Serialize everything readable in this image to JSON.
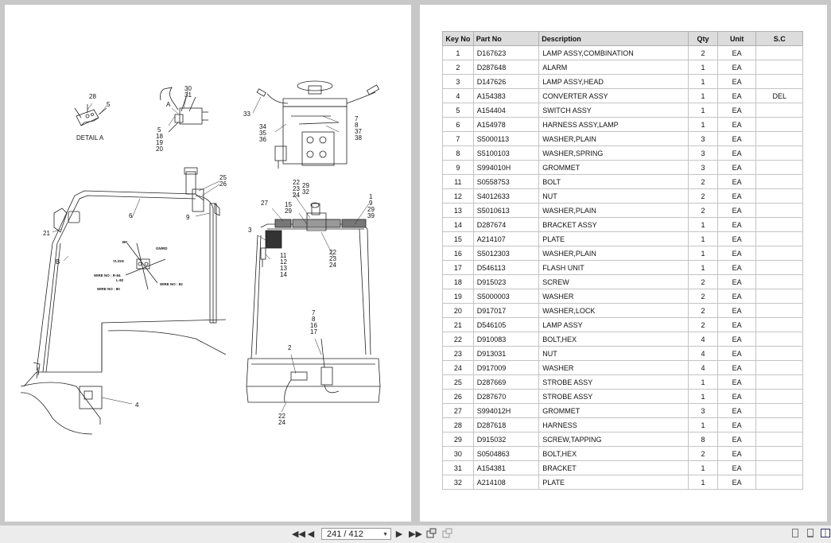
{
  "diagram": {
    "detail_label": "DETAIL  A",
    "callouts": {
      "c28": "28",
      "c5a": "5",
      "c30": "30",
      "c31": "31",
      "cA": "A",
      "c5b": "5",
      "c18": "18",
      "c19": "19",
      "c20": "20",
      "c33": "33",
      "c7": "7",
      "c8": "8",
      "c37": "37",
      "c38": "38",
      "c34": "34",
      "c35": "35",
      "c36": "36",
      "c25": "25",
      "c26": "26",
      "c6": "6",
      "c9": "9",
      "c21": "21",
      "cB": "B",
      "c4": "4",
      "c22": "22",
      "c23": "23",
      "c24": "24",
      "c29": "29",
      "c32": "32",
      "c27": "27",
      "c15": "15",
      "c29b": "29",
      "c1": "1",
      "c9b": "9",
      "c29c": "29",
      "c39": "39",
      "c3": "3",
      "c11": "11",
      "c12": "12",
      "c13": "13",
      "c14": "14",
      "c22b": "22",
      "c23b": "23",
      "c24b": "24",
      "c7b": "7",
      "c8b": "8",
      "c16": "16",
      "c17": "17",
      "c2": "2",
      "c22c": "22",
      "c24c": "24"
    },
    "wire_labels": {
      "bk": "BK",
      "gnrd": "GN/RD",
      "ylgn": "YL/GN",
      "w84": "WIRE NO : R-84",
      "l82": "L-82",
      "w80": "WIRE NO : 80",
      "w82": "WIRE NO : 82"
    }
  },
  "table": {
    "headers": [
      "Key No",
      "Part No",
      "Description",
      "Qty",
      "Unit",
      "S.C"
    ],
    "rows": [
      [
        "1",
        "D167623",
        "LAMP ASSY,COMBINATION",
        "2",
        "EA",
        ""
      ],
      [
        "2",
        "D287648",
        "ALARM",
        "1",
        "EA",
        ""
      ],
      [
        "3",
        "D147626",
        "LAMP ASSY,HEAD",
        "1",
        "EA",
        ""
      ],
      [
        "4",
        "A154383",
        "CONVERTER ASSY",
        "1",
        "EA",
        "DEL"
      ],
      [
        "5",
        "A154404",
        "SWITCH ASSY",
        "1",
        "EA",
        ""
      ],
      [
        "6",
        "A154978",
        "HARNESS ASSY,LAMP",
        "1",
        "EA",
        ""
      ],
      [
        "7",
        "S5000113",
        "WASHER,PLAIN",
        "3",
        "EA",
        ""
      ],
      [
        "8",
        "S5100103",
        "WASHER,SPRING",
        "3",
        "EA",
        ""
      ],
      [
        "9",
        "S994010H",
        "GROMMET",
        "3",
        "EA",
        ""
      ],
      [
        "11",
        "S0558753",
        "BOLT",
        "2",
        "EA",
        ""
      ],
      [
        "12",
        "S4012633",
        "NUT",
        "2",
        "EA",
        ""
      ],
      [
        "13",
        "S5010613",
        "WASHER,PLAIN",
        "2",
        "EA",
        ""
      ],
      [
        "14",
        "D287674",
        "BRACKET ASSY",
        "1",
        "EA",
        ""
      ],
      [
        "15",
        "A214107",
        "PLATE",
        "1",
        "EA",
        ""
      ],
      [
        "16",
        "S5012303",
        "WASHER,PLAIN",
        "1",
        "EA",
        ""
      ],
      [
        "17",
        "D546113",
        "FLASH UNIT",
        "1",
        "EA",
        ""
      ],
      [
        "18",
        "D915023",
        "SCREW",
        "2",
        "EA",
        ""
      ],
      [
        "19",
        "S5000003",
        "WASHER",
        "2",
        "EA",
        ""
      ],
      [
        "20",
        "D917017",
        "WASHER,LOCK",
        "2",
        "EA",
        ""
      ],
      [
        "21",
        "D546105",
        "LAMP ASSY",
        "2",
        "EA",
        ""
      ],
      [
        "22",
        "D910083",
        "BOLT,HEX",
        "4",
        "EA",
        ""
      ],
      [
        "23",
        "D913031",
        "NUT",
        "4",
        "EA",
        ""
      ],
      [
        "24",
        "D917009",
        "WASHER",
        "4",
        "EA",
        ""
      ],
      [
        "25",
        "D287669",
        "STROBE ASSY",
        "1",
        "EA",
        ""
      ],
      [
        "26",
        "D287670",
        "STROBE ASSY",
        "1",
        "EA",
        ""
      ],
      [
        "27",
        "S994012H",
        "GROMMET",
        "3",
        "EA",
        ""
      ],
      [
        "28",
        "D287618",
        "HARNESS",
        "1",
        "EA",
        ""
      ],
      [
        "29",
        "D915032",
        "SCREW,TAPPING",
        "8",
        "EA",
        ""
      ],
      [
        "30",
        "S0504863",
        "BOLT,HEX",
        "2",
        "EA",
        ""
      ],
      [
        "31",
        "A154381",
        "BRACKET",
        "1",
        "EA",
        ""
      ],
      [
        "32",
        "A214108",
        "PLATE",
        "1",
        "EA",
        ""
      ]
    ]
  },
  "toolbar": {
    "first_icon": "first-page-icon",
    "prev_icon": "previous-page-icon",
    "page_value": "241 / 412",
    "next_icon": "next-page-icon",
    "last_icon": "last-page-icon",
    "rotate_icons": [
      "rotate-icon",
      "rotate-back-icon"
    ],
    "view_icons": [
      "single-page-view-icon",
      "continuous-view-icon",
      "two-page-view-icon"
    ]
  }
}
